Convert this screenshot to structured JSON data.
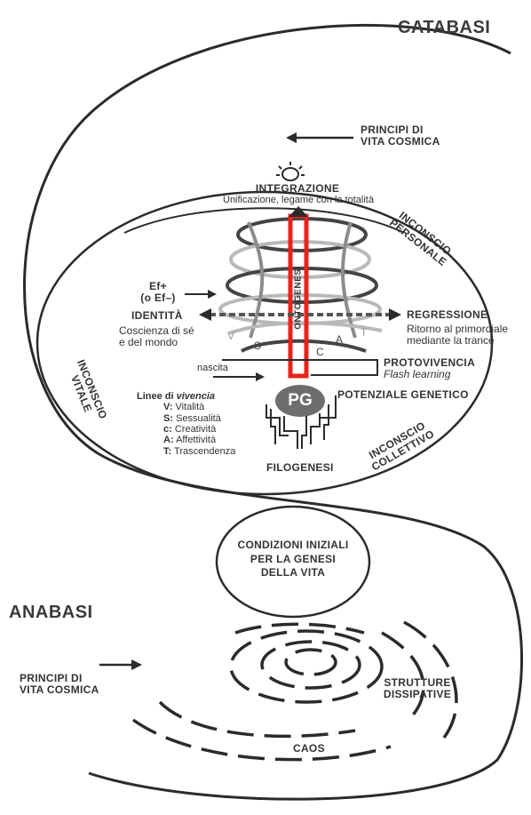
{
  "title_top": "CATABASI",
  "title_bottom": "ANABASI",
  "principi_top": [
    "PRINCIPI DI",
    "VITA COSMICA"
  ],
  "principi_bottom": [
    "PRINCIPI DI",
    "VITA COSMICA"
  ],
  "integrazione": "INTEGRAZIONE",
  "integrazione_sub": "Unificazione, legame con la totalità",
  "inconscio_personale": [
    "INCONSCIO",
    "PERSONALE"
  ],
  "inconscio_vitale": [
    "INCONSCIO",
    "VITALE"
  ],
  "inconscio_collettivo": [
    "INCONSCIO",
    "COLLETTIVO"
  ],
  "ef": [
    "Ef+",
    "(o Ef–)"
  ],
  "identita": "IDENTITÀ",
  "identita_sub": [
    "Coscienza di sé",
    "e del mondo"
  ],
  "regressione": "REGRESSIONE",
  "regressione_sub": [
    "Ritorno al primordiale",
    "mediante la trance"
  ],
  "ontogenesi": "ONTOGENESI",
  "spiral_letters": [
    "V",
    "S",
    "C",
    "A",
    "T"
  ],
  "protovivencia": "PROTOVIVENCIA",
  "flash_learning": "Flash learning",
  "nascita": "nascita",
  "pg": "PG",
  "potenziale_genetico": "POTENZIALE GENETICO",
  "filogenesi": "FILOGENESI",
  "legend": {
    "title_prefix": "Linee di ",
    "title_italic": "vivencia",
    "items": [
      {
        "key": "V:",
        "text": "Vitalità"
      },
      {
        "key": "S:",
        "text": "Sessualità"
      },
      {
        "key": "c:",
        "text": "Creatività"
      },
      {
        "key": "A:",
        "text": "Affettività"
      },
      {
        "key": "T:",
        "text": "Trascendenza"
      }
    ]
  },
  "condizioni": [
    "CONDIZIONI INIZIALI",
    "PER LA GENESI",
    "DELLA VITA"
  ],
  "strutture": [
    "STRUTTURE",
    "DISSIPATIVE"
  ],
  "caos": "CAOS",
  "colors": {
    "ontogenesi_bar": "#e8231a",
    "pg_fill": "#6d6d6d",
    "ink": "#2b2b2b"
  }
}
